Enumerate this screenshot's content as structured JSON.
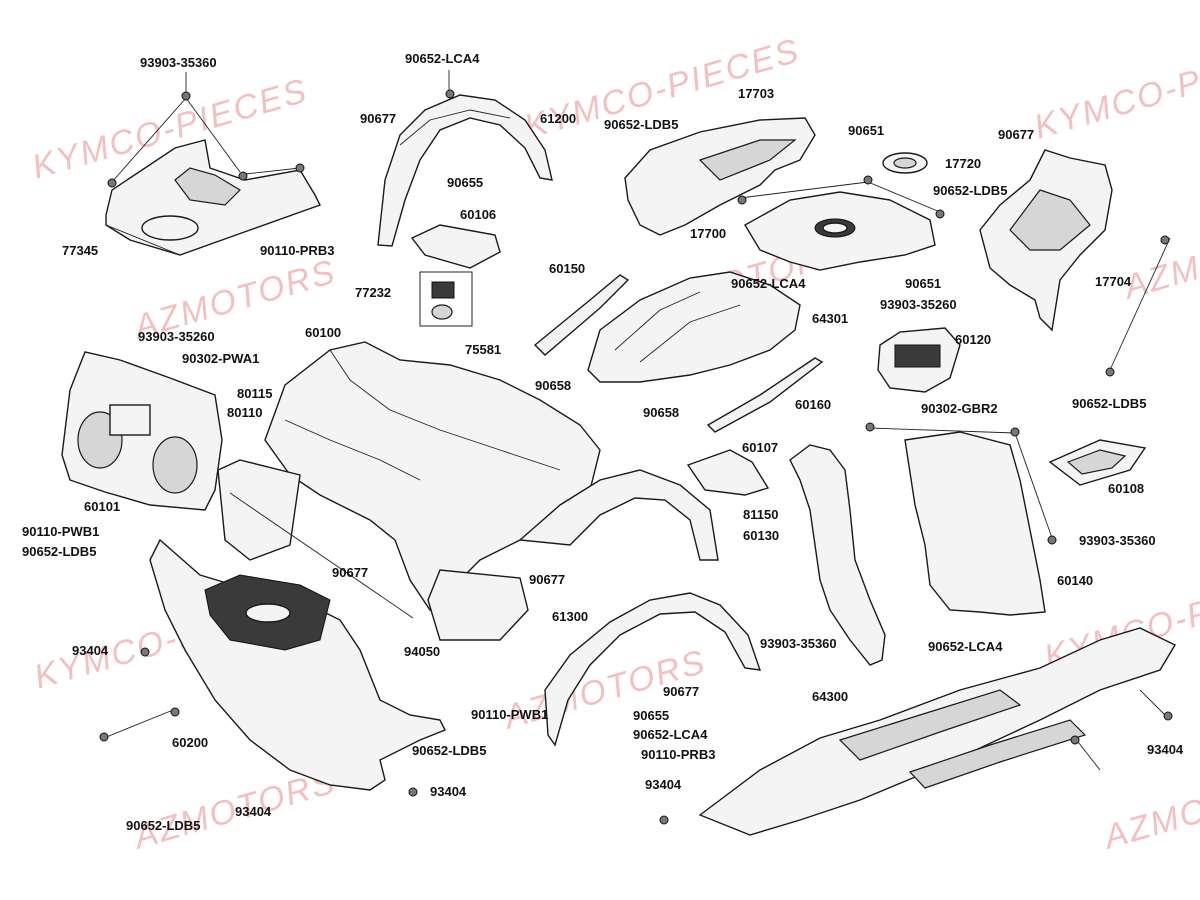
{
  "watermarks": [
    "KYMCO-PIECES",
    "AZMOTORS",
    "KYMCO-PIECES",
    "AZMOTORS",
    "KYMCO-PIECES",
    "AZMOTORS",
    "KYMCO-PIECES",
    "AZMOTORS",
    "AZMOTORS",
    "KYMCO-PIECES",
    "AZMOTORS"
  ],
  "labels": {
    "l01": "93903-35360",
    "l02": "90652-LCA4",
    "l03": "90677",
    "l04": "61200",
    "l05": "17703",
    "l06": "90652-LDB5",
    "l07": "90651",
    "l08": "90677",
    "l09": "17720",
    "l10": "90655",
    "l11": "90652-LDB5",
    "l12": "60106",
    "l13": "77345",
    "l14": "90110-PRB3",
    "l15": "17700",
    "l16": "17704",
    "l17": "60150",
    "l18": "90652-LCA4",
    "l19": "90651",
    "l20": "77232",
    "l21": "93903-35260",
    "l22": "93903-35260",
    "l23": "64301",
    "l24": "60100",
    "l25": "60120",
    "l26": "90302-PWA1",
    "l27": "75581",
    "l28": "90658",
    "l29": "80115",
    "l30": "90652-LDB5",
    "l31": "80110",
    "l32": "90658",
    "l33": "60160",
    "l34": "90302-GBR2",
    "l35": "60107",
    "l36": "60108",
    "l37": "60101",
    "l38": "81150",
    "l39": "90110-PWB1",
    "l40": "60130",
    "l41": "93903-35360",
    "l42": "90652-LDB5",
    "l43": "90677",
    "l44": "90677",
    "l45": "60140",
    "l46": "61300",
    "l47": "93903-35360",
    "l48": "90652-LCA4",
    "l49": "93404",
    "l50": "94050",
    "l51": "90677",
    "l52": "64300",
    "l53": "90110-PWB1",
    "l54": "90655",
    "l55": "93404",
    "l56": "60200",
    "l57": "90652-LCA4",
    "l58": "90652-LDB5",
    "l59": "90110-PRB3",
    "l60": "93404",
    "l61": "93404",
    "l62": "93404",
    "l63": "90652-LDB5"
  }
}
